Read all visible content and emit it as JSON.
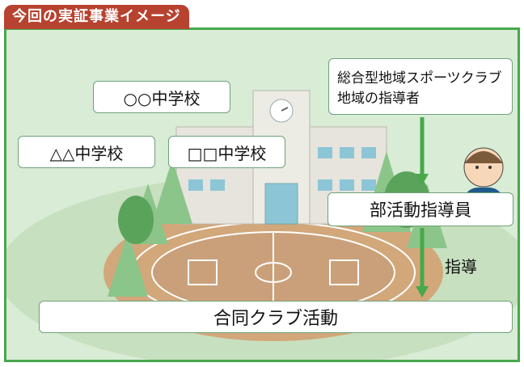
{
  "header": {
    "title": "今回の実証事業イメージ"
  },
  "schools": [
    "○○中学校",
    "△△中学校",
    "□□中学校"
  ],
  "club": {
    "name": "総合型地域スポーツクラブ",
    "sub": "地域の指導者"
  },
  "instructor": "部活動指導員",
  "guidance_label": "指導",
  "activity": "合同クラブ活動",
  "colors": {
    "accent_green": "#47a84c",
    "title_red": "#b6422f",
    "panel_bg": "#d9ecd6"
  }
}
